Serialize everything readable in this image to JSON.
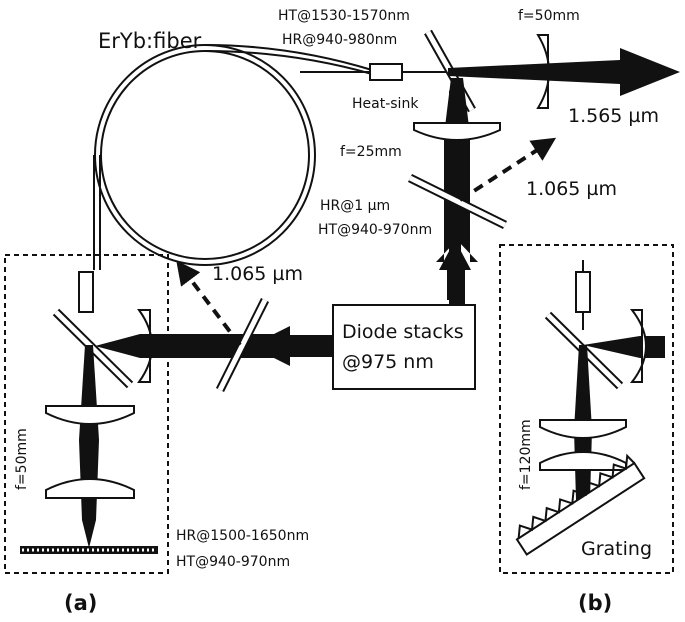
{
  "labels": {
    "fiber": "ErYb:fiber",
    "ht_top": "HT@1530-1570nm",
    "hr_top": "HR@940-980nm",
    "f50_top": "f=50mm",
    "heat_sink": "Heat-sink",
    "out_1565": "1.565 µm",
    "f25": "f=25mm",
    "hr_1um": "HR@1 µm",
    "ht_940_970_right": "HT@940-970nm",
    "out_1065_right": "1.065 µm",
    "out_1065_left": "1.065 µm",
    "diode_line1": "Diode stacks",
    "diode_line2": "@975 nm",
    "f50_left": "f=50mm",
    "hr_1500": "HR@1500-1650nm",
    "ht_940_970_bottom": "HT@940-970nm",
    "f120": "f=120mm",
    "grating": "Grating",
    "panel_a": "(a)",
    "panel_b": "(b)"
  }
}
